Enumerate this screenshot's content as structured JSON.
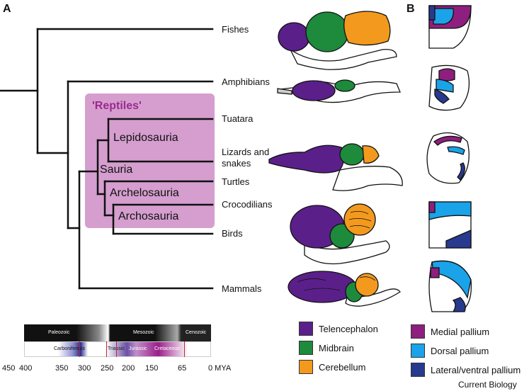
{
  "panels": {
    "a": "A",
    "b": "B"
  },
  "taxa": {
    "fishes": "Fishes",
    "amphibians": "Amphibians",
    "tuatara": "Tuatara",
    "lizards_line1": "Lizards and",
    "lizards_line2": "snakes",
    "turtles": "Turtles",
    "crocodilians": "Crocodilians",
    "birds": "Birds",
    "mammals": "Mammals"
  },
  "clades": {
    "reptiles": "'Reptiles'",
    "lepidosauria": "Lepidosauria",
    "sauria": "Sauria",
    "archelosauria": "Archelosauria",
    "archosauria": "Archosauria"
  },
  "timeline": {
    "eras": [
      "Paleozoic",
      "Mesozoic",
      "Cenozoic"
    ],
    "periods": [
      "Carboniferous",
      "Triassic",
      "Jurassic",
      "Cretaceous"
    ],
    "ticks": [
      "450",
      "400",
      "350",
      "300",
      "250",
      "200",
      "150",
      "65",
      "0 MYA"
    ]
  },
  "legend_regions": [
    {
      "label": "Telencephalon",
      "color": "#5b1f8a"
    },
    {
      "label": "Midbrain",
      "color": "#1d8a3c"
    },
    {
      "label": "Cerebellum",
      "color": "#f39a1e"
    }
  ],
  "legend_pallium": [
    {
      "label": "Medial pallium",
      "color": "#8e1f7e"
    },
    {
      "label": "Dorsal pallium",
      "color": "#1aa3e8"
    },
    {
      "label": "Lateral/ventral pallium",
      "color": "#283a8e"
    }
  ],
  "credit": "Current Biology",
  "colors": {
    "reptiles_box": "#d59ecf",
    "tree_line": "#111111"
  }
}
